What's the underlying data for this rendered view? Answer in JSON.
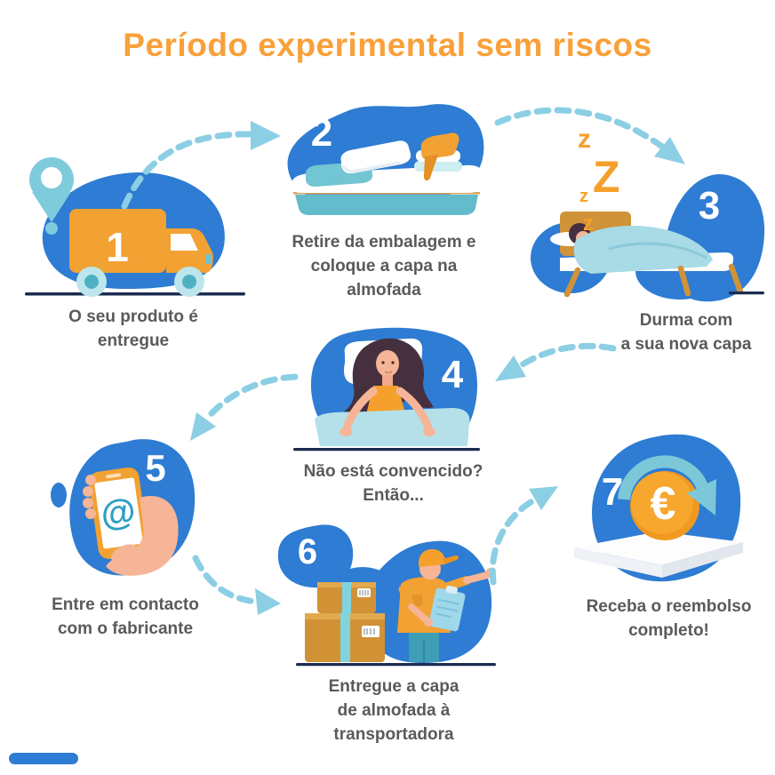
{
  "title": "Período experimental sem riscos",
  "colors": {
    "title_orange": "#f9a03a",
    "blob_blue": "#2e7cd3",
    "arrow_light_blue": "#8ccfe4",
    "caption_gray": "#595a5c",
    "accent_orange": "#f2a133",
    "teal": "#72c5d2",
    "navy_line": "#1c2b50"
  },
  "steps": [
    {
      "number": "1",
      "caption": "O seu produto é\nentregue",
      "icon": "location-pin-delivery-truck"
    },
    {
      "number": "2",
      "caption": "Retire da embalagem e\ncoloque a capa na\nalmofada",
      "icon": "mattress-with-pillow-and-linens"
    },
    {
      "number": "3",
      "caption": "Durma com\na sua nova capa",
      "icon": "person-sleeping-in-bed"
    },
    {
      "number": "4",
      "caption": "Não está convencido?\nEntão...",
      "icon": "woman-sitting-in-bed"
    },
    {
      "number": "5",
      "caption": "Entre em contacto\ncom o fabricante",
      "icon": "hand-holding-phone-email"
    },
    {
      "number": "6",
      "caption": "Entregue a capa\nde almofada à\ntransportadora",
      "icon": "courier-with-boxes-and-clipboard"
    },
    {
      "number": "7",
      "caption": "Receba o reembolso\ncompleto!",
      "icon": "euro-coin-refund"
    }
  ],
  "decorations": {
    "sleep_z": [
      "z",
      "Z",
      "z",
      "z"
    ],
    "at_symbol": "@",
    "euro_symbol": "€"
  }
}
